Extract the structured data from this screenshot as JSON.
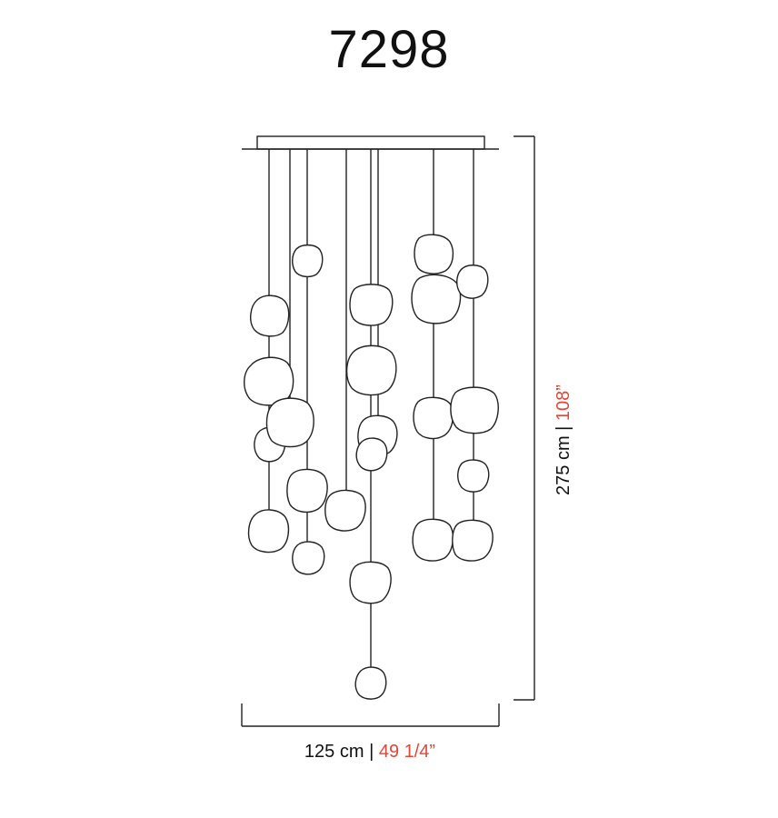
{
  "title": "7298",
  "colors": {
    "line": "#222222",
    "imperial_accent": "#e0483a"
  },
  "dimensions": {
    "width_metric": "125 cm",
    "width_imperial": "49 1/4”",
    "height_metric": "275 cm",
    "height_imperial": "108”",
    "separator": "|"
  }
}
